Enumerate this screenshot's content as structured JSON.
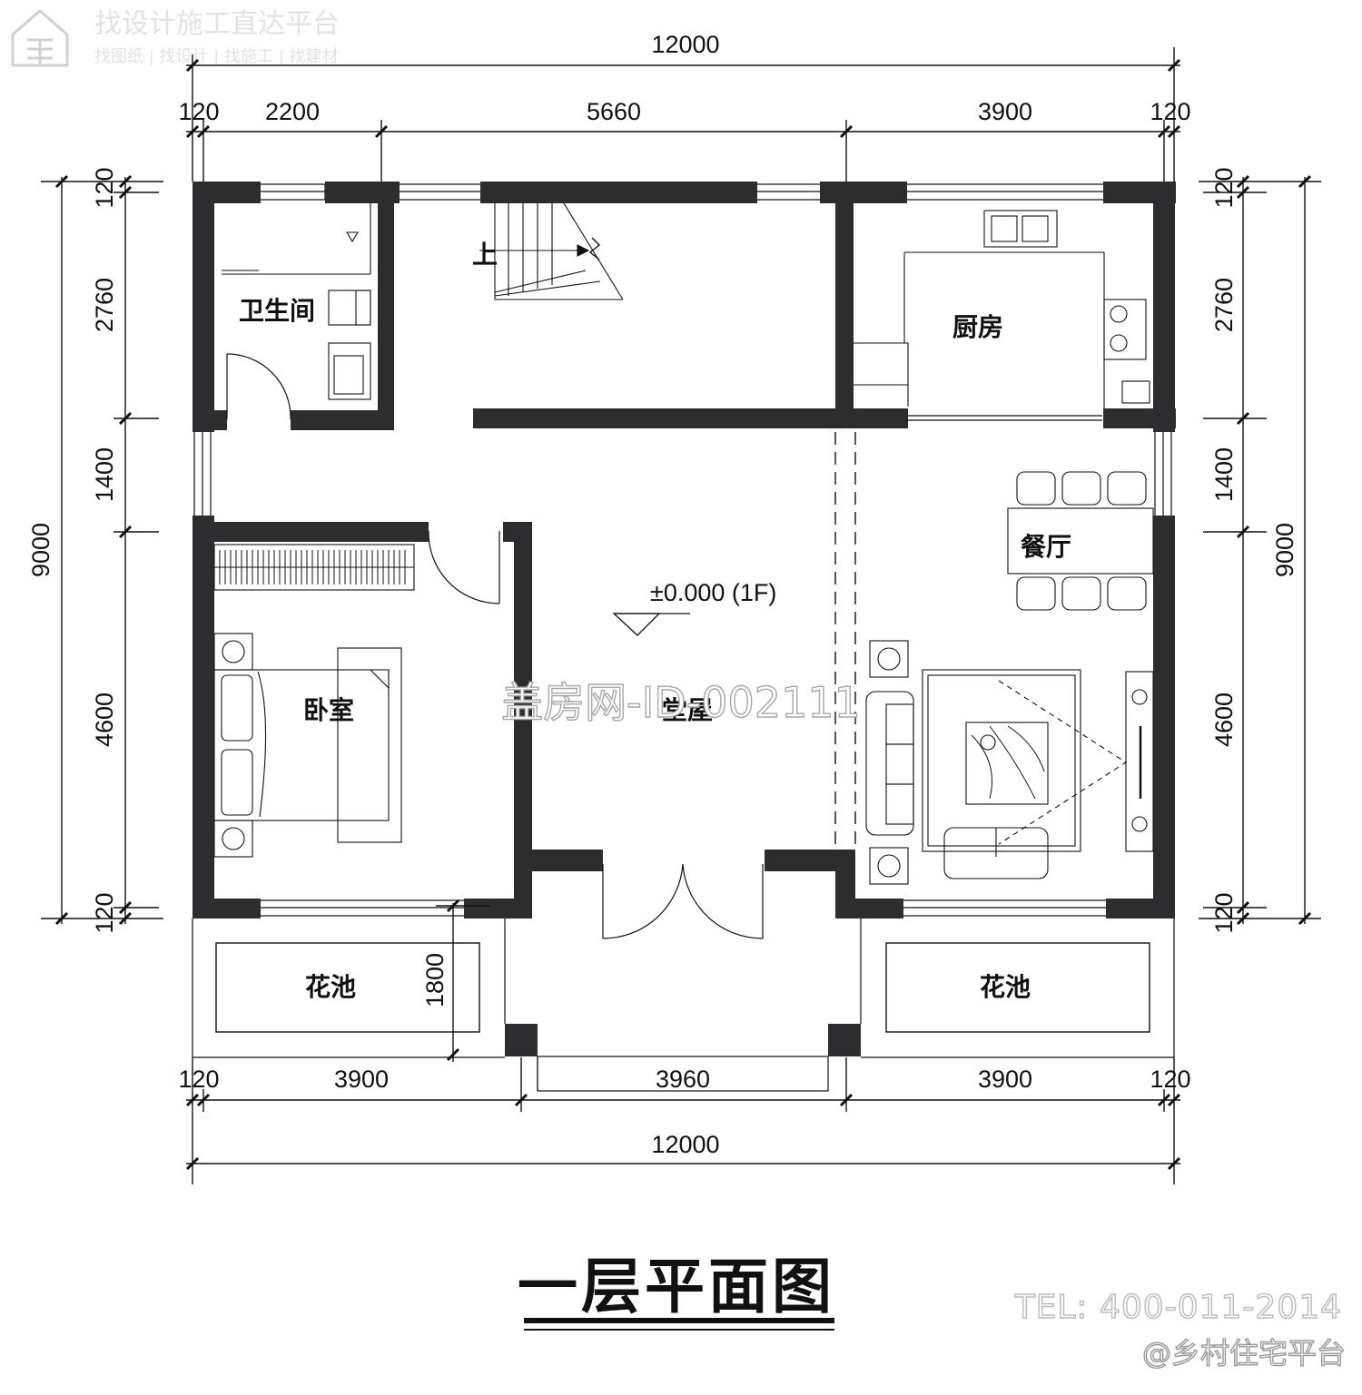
{
  "watermark": {
    "platform_name": "找设计施工直达平台",
    "platform_links": "找图纸 | 找设计 | 找施工 | 找建材",
    "listing_id": "盖房网-ID-002111",
    "phone": "TEL: 400-011-2014",
    "handle": "@乡村住宅平台"
  },
  "drawing_title": "一层平面图",
  "rooms": {
    "bathroom": "卫生间",
    "kitchen": "厨房",
    "dining": "餐厅",
    "bedroom": "卧室",
    "hall": "堂屋",
    "planter_left": "花池",
    "planter_right": "花池"
  },
  "labels": {
    "stair_up": "上",
    "elevation": "±0.000 (1F)"
  },
  "dimensions": {
    "top_total": "12000",
    "top_segments": [
      "120",
      "2200",
      "5660",
      "3900",
      "120"
    ],
    "bottom_segments": [
      "120",
      "3900",
      "3960",
      "3900",
      "120"
    ],
    "bottom_total": "12000",
    "left_segments": [
      "120",
      "2760",
      "1400",
      "4600",
      "120"
    ],
    "left_total": "9000",
    "right_segments": [
      "120",
      "2760",
      "1400",
      "4600",
      "120"
    ],
    "right_total": "9000",
    "porch_depth": "1800"
  },
  "colors": {
    "wall": "#2d2d2f",
    "line": "#111111",
    "watermark": "#d4d4d4"
  }
}
